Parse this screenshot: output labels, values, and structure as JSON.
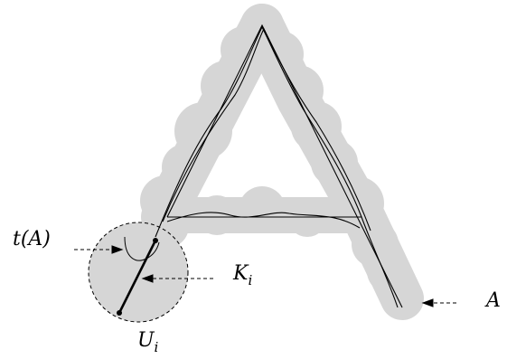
{
  "labels": {
    "t_A": "t(A)",
    "K_main": "K",
    "K_sub": "i",
    "U_main": "U",
    "U_sub": "i",
    "A": "A"
  },
  "colors": {
    "blob_fill": "#d6d6d6",
    "ink": "#000000",
    "background": "#ffffff"
  }
}
